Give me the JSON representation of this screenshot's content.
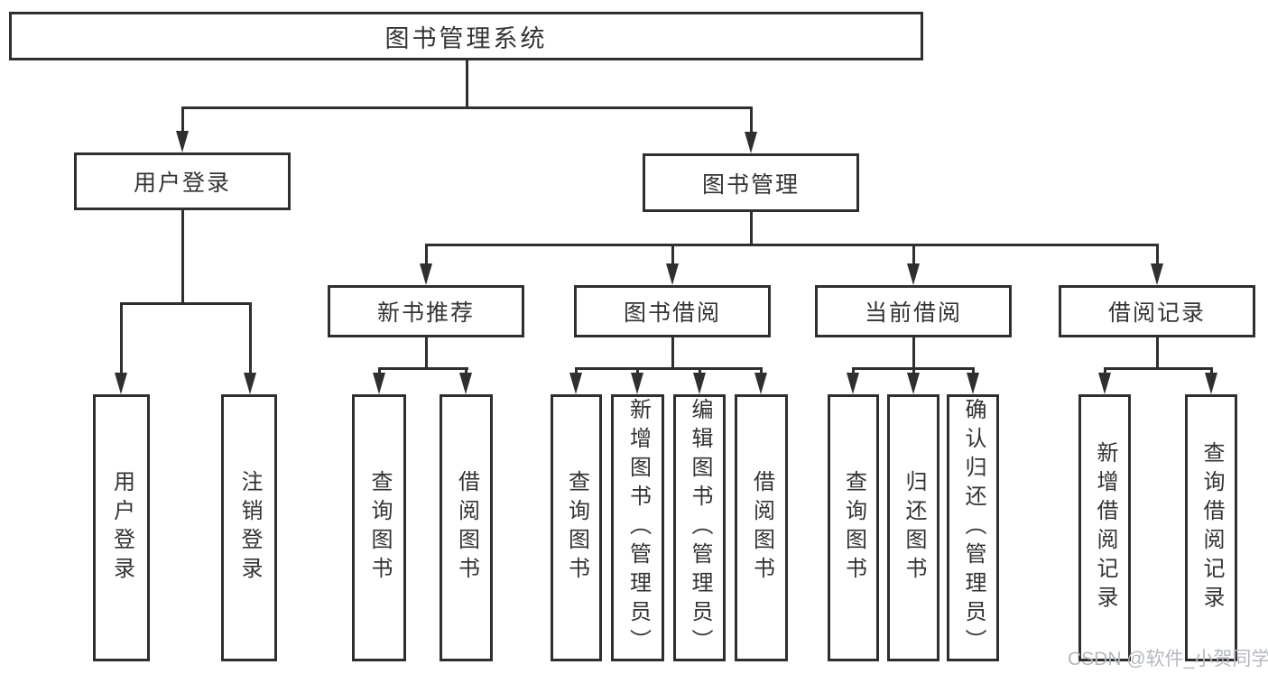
{
  "colors": {
    "line": "#2f2f2f",
    "text": "#333333",
    "watermark": "#b4b8bd",
    "background": "#ffffff"
  },
  "watermark": {
    "text": "CSDN @软件_小贺同学"
  },
  "tree": {
    "label": "图书管理系统",
    "children": [
      {
        "label": "用户登录",
        "children": [
          {
            "label": "用户登录"
          },
          {
            "label": "注销登录"
          }
        ]
      },
      {
        "label": "图书管理",
        "children": [
          {
            "label": "新书推荐",
            "children": [
              {
                "label": "查询图书"
              },
              {
                "label": "借阅图书"
              }
            ]
          },
          {
            "label": "图书借阅",
            "children": [
              {
                "label": "查询图书"
              },
              {
                "label": "新增图书（管理员）"
              },
              {
                "label": "编辑图书（管理员）"
              },
              {
                "label": "借阅图书"
              }
            ]
          },
          {
            "label": "当前借阅",
            "children": [
              {
                "label": "查询图书"
              },
              {
                "label": "归还图书"
              },
              {
                "label": "确认归还（管理员）"
              }
            ]
          },
          {
            "label": "借阅记录",
            "children": [
              {
                "label": "新增借阅记录"
              },
              {
                "label": "查询借阅记录"
              }
            ]
          }
        ]
      }
    ]
  }
}
